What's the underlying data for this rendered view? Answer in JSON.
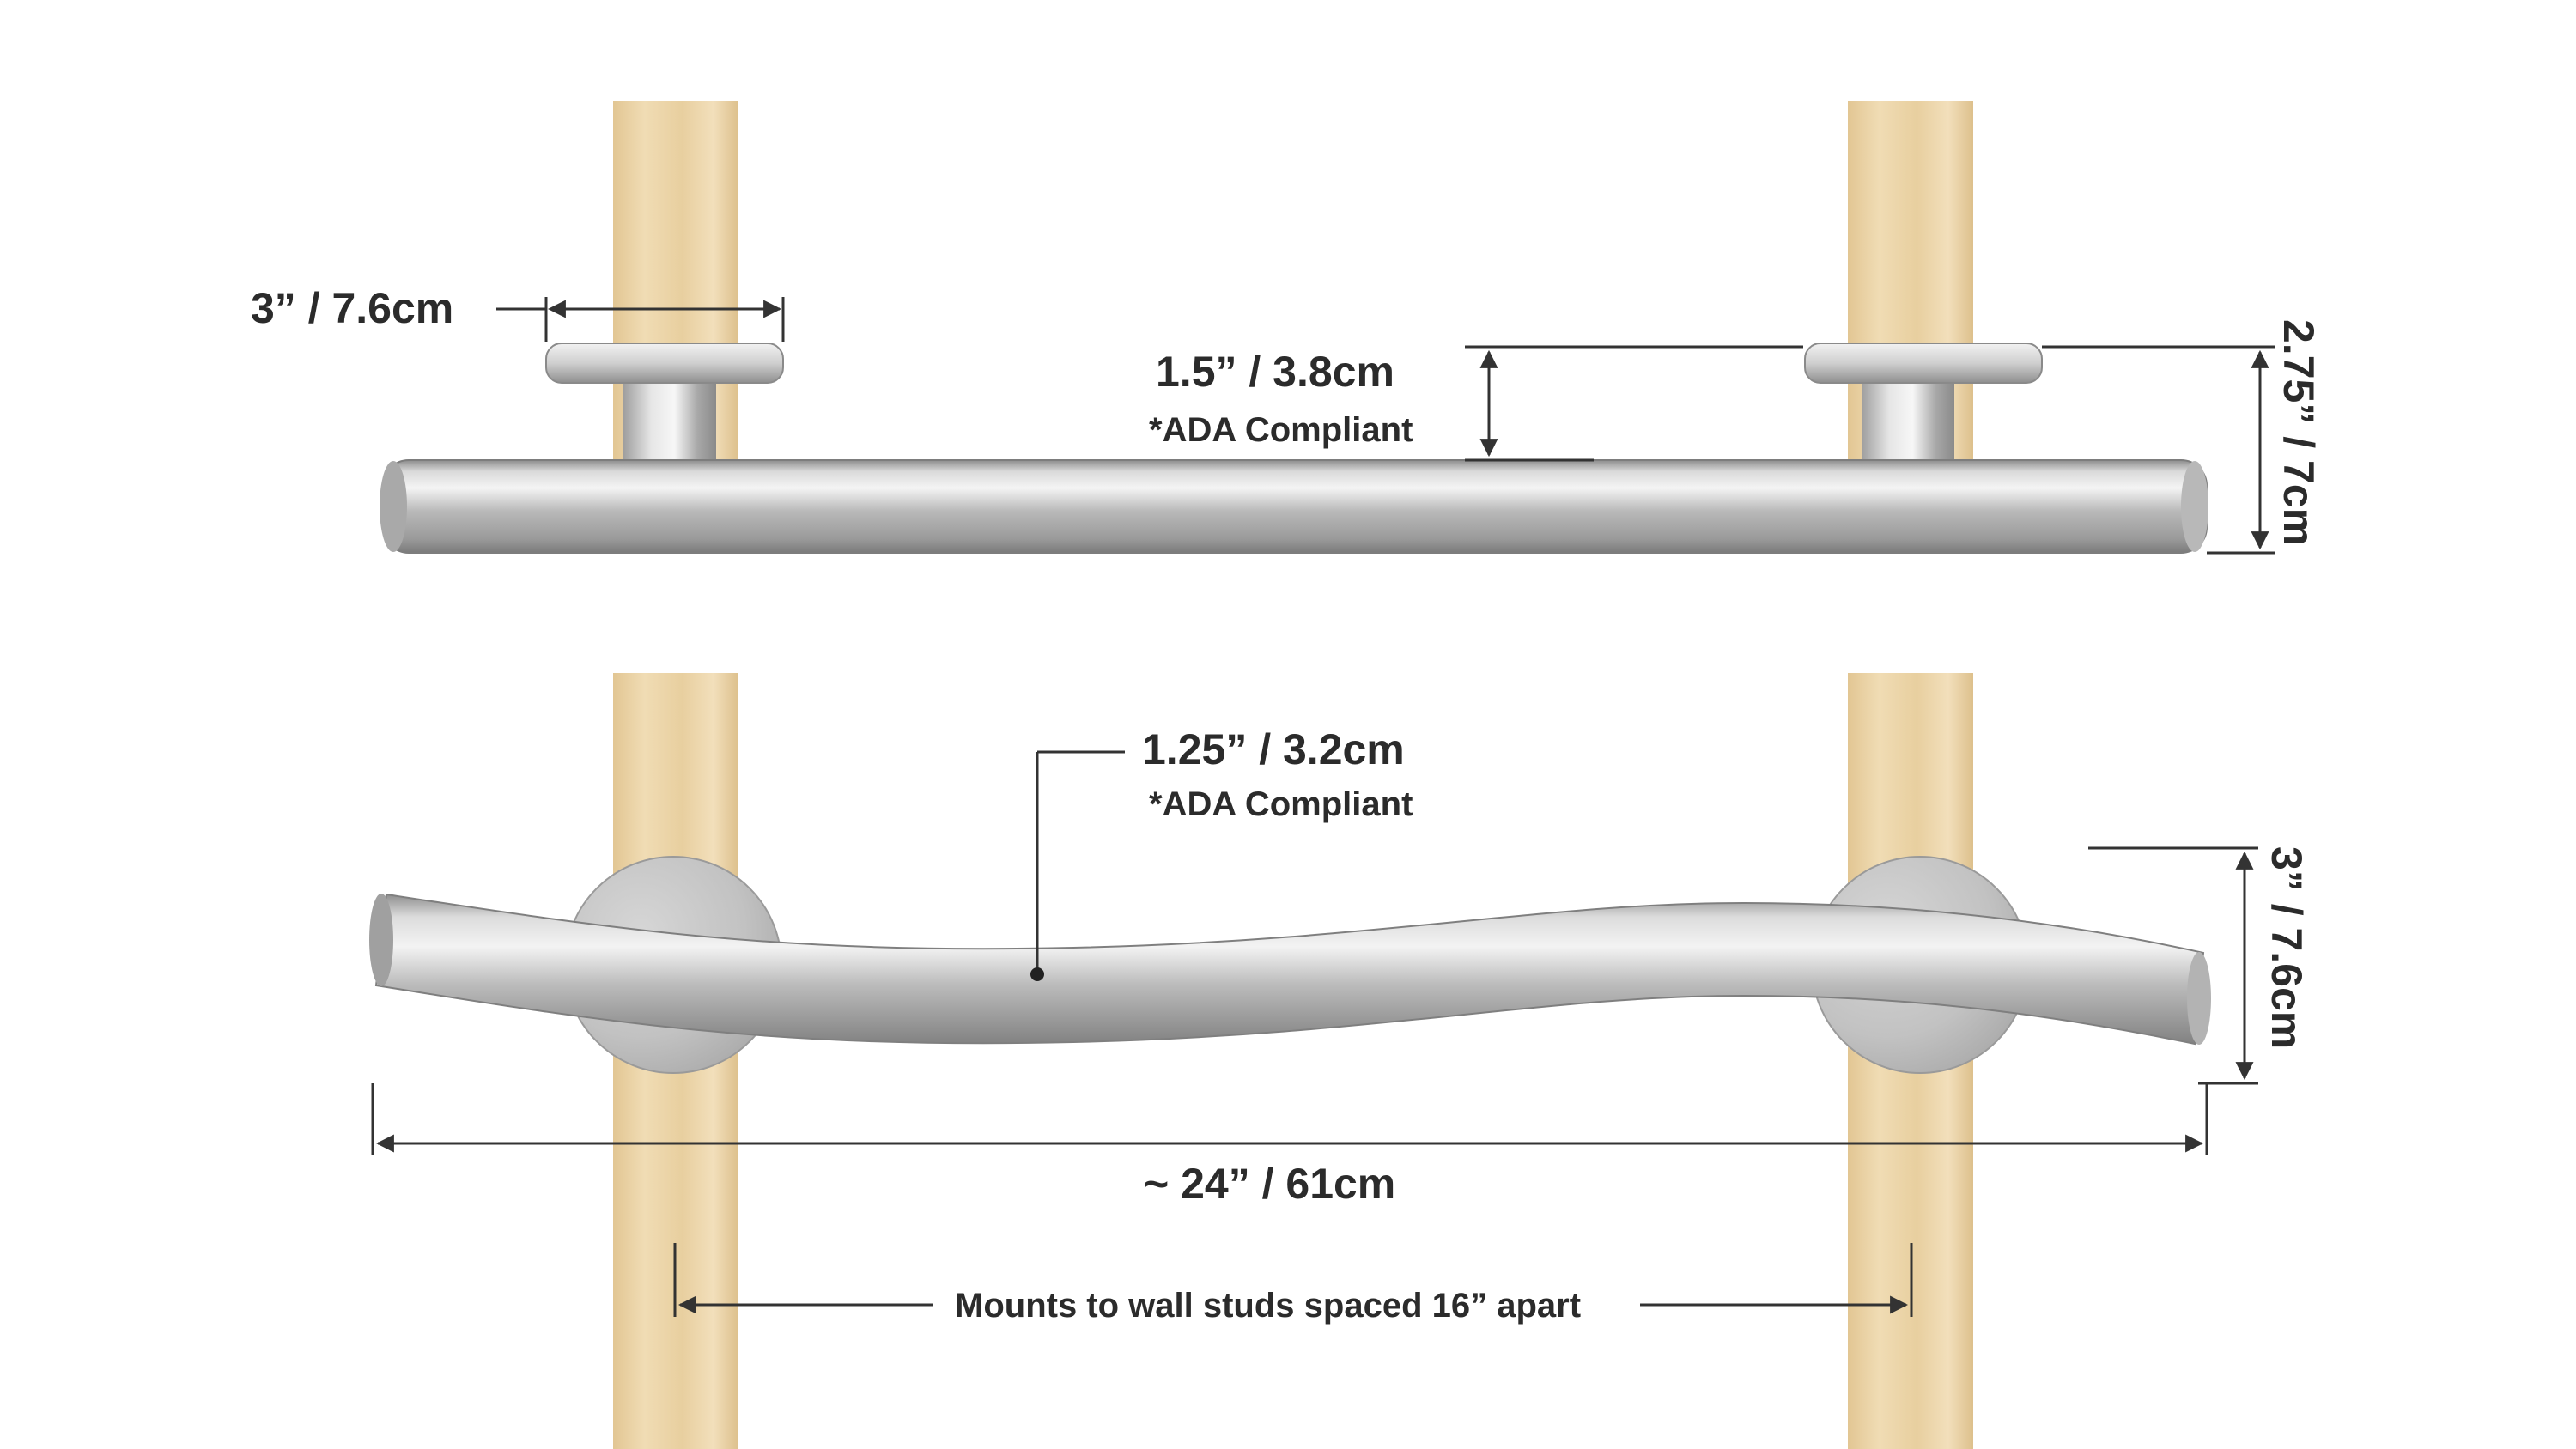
{
  "labels": {
    "flange_width": "3” / 7.6cm",
    "wall_clearance": "1.5” / 3.8cm",
    "wall_clearance_note": "*ADA Compliant",
    "depth": "2.75” / 7cm",
    "diameter": "1.25” / 3.2cm",
    "diameter_note": "*ADA Compliant",
    "wave_height": "3” / 7.6cm",
    "length": "~ 24” / 61cm",
    "stud_spacing": "Mounts to wall studs spaced 16” apart"
  },
  "colors": {
    "wood": "#ead3a6",
    "metal": "#bdbdbd",
    "text": "#2b2b2b",
    "background": "#ffffff"
  }
}
